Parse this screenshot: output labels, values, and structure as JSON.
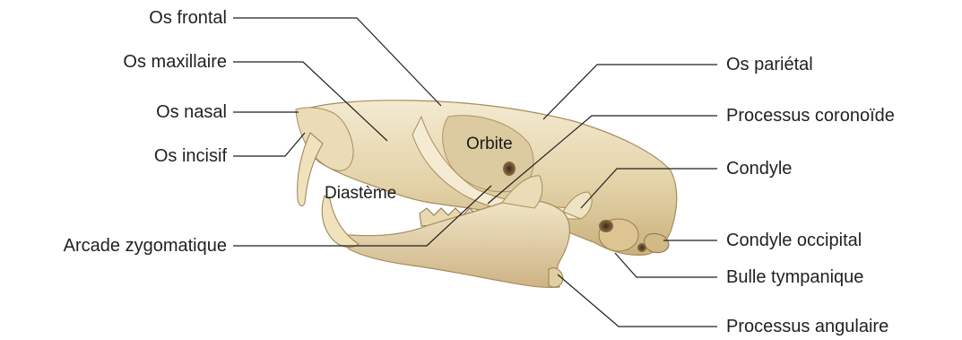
{
  "diagram": {
    "subject": "Crâne de rongeur — vue latérale",
    "colors": {
      "bone_light": "#efe4c6",
      "bone_mid": "#dcc89c",
      "bone_shadow": "#b89d6a",
      "bone_dark": "#8a6f45",
      "leader_line": "#231f20",
      "text": "#231f20"
    },
    "labels_left": [
      {
        "key": "frontal",
        "text": "Os frontal"
      },
      {
        "key": "maxillaire",
        "text": "Os maxillaire"
      },
      {
        "key": "nasal",
        "text": "Os nasal"
      },
      {
        "key": "incisif",
        "text": "Os incisif"
      },
      {
        "key": "zygomatique",
        "text": "Arcade zygomatique"
      }
    ],
    "labels_right": [
      {
        "key": "parietal",
        "text": "Os pariétal"
      },
      {
        "key": "coronoide",
        "text": "Processus coronoïde"
      },
      {
        "key": "condyle",
        "text": "Condyle"
      },
      {
        "key": "condyle_occipital",
        "text": "Condyle occipital"
      },
      {
        "key": "bulle",
        "text": "Bulle tympanique"
      },
      {
        "key": "angulaire",
        "text": "Processus angulaire"
      }
    ],
    "labels_inner": [
      {
        "key": "orbite",
        "text": "Orbite"
      },
      {
        "key": "diasteme",
        "text": "Diastème"
      }
    ]
  }
}
